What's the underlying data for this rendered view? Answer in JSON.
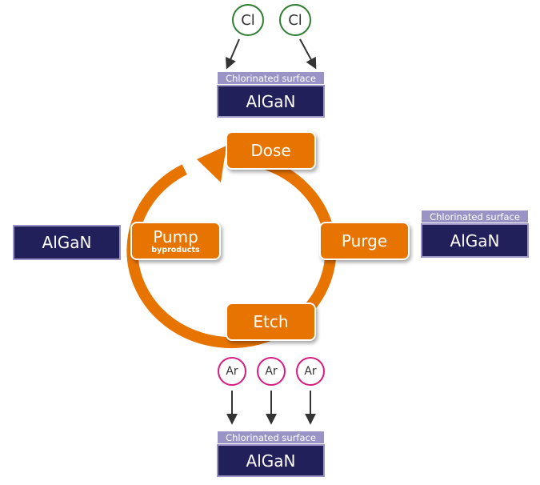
{
  "colors": {
    "orange": "#e87400",
    "navy": "#22205a",
    "lavender": "#9a93c6",
    "cl_ring": "#2e7d32",
    "ar_ring": "#d81b80",
    "arrow": "#333333"
  },
  "steps": {
    "dose": "Dose",
    "purge": "Purge",
    "etch": "Etch",
    "pump": "Pump",
    "pump_sub": "byproducts"
  },
  "atoms": {
    "cl": [
      "Cl",
      "Cl"
    ],
    "ar": [
      "Ar",
      "Ar",
      "Ar"
    ]
  },
  "stacks": {
    "top": {
      "surface": "Chlorinated surface",
      "material": "AlGaN"
    },
    "right": {
      "surface": "Chlorinated surface",
      "material": "AlGaN"
    },
    "left": {
      "material": "AlGaN"
    },
    "bottom": {
      "surface": "Chlorinated surface",
      "material": "AlGaN"
    }
  }
}
